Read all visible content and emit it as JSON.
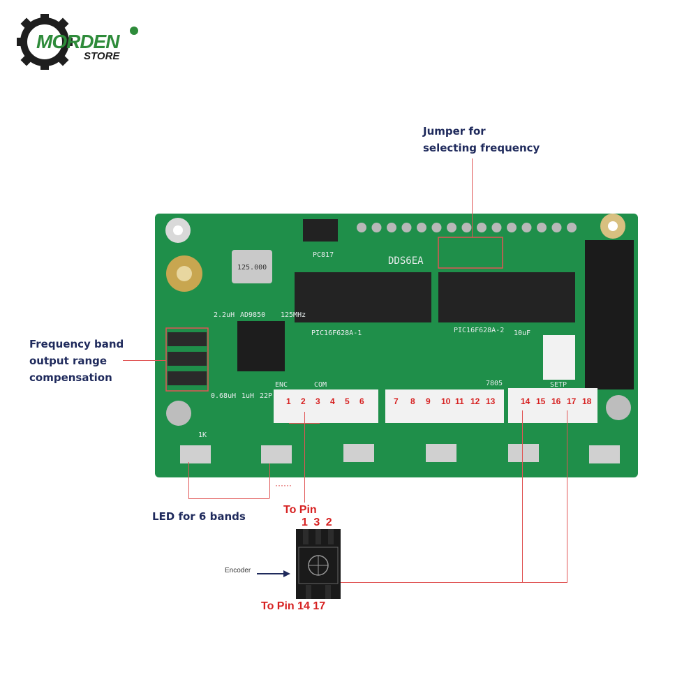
{
  "logo": {
    "brand_line1": "MORDEN",
    "brand_line2": "STORE",
    "colors": {
      "green": "#2e8b3a",
      "dark": "#1e1e1e"
    }
  },
  "callouts": {
    "jumper": [
      "Jumper for",
      "selecting frequency"
    ],
    "band": [
      "Frequency band",
      "output range",
      "compensation"
    ],
    "led": "LED for 6 bands",
    "encoder": "Encoder"
  },
  "to_pin_top": {
    "label": "To Pin",
    "pins": "1 3 2"
  },
  "to_pin_bottom": "To Pin 14 17",
  "pin_numbers": [
    "1",
    "2",
    "3",
    "4",
    "5",
    "6",
    "7",
    "8",
    "9",
    "10",
    "11",
    "12",
    "13",
    "14",
    "15",
    "16",
    "17",
    "18"
  ],
  "silkscreen": {
    "board_name": "DDS6EA",
    "pc817": "PC817",
    "ad9850": "AD9850",
    "mhz": "125MHz",
    "pic1": "PIC16F628A-1",
    "pic2": "PIC16F628A-2",
    "cap": "10uF",
    "ind1": "2.2uH",
    "ind2": "0.68uH",
    "ind3": "1uH",
    "cap2": "22P",
    "r1k": "1K",
    "conn1": "ENC",
    "conn2": "COM",
    "conn3": "SETP",
    "reg": "7805",
    "crystal": "125.000"
  },
  "colors": {
    "pcb": "#1f8f4a",
    "callout_text": "#1f2a5c",
    "pin_red": "#d62020",
    "leader": "#e05555"
  }
}
